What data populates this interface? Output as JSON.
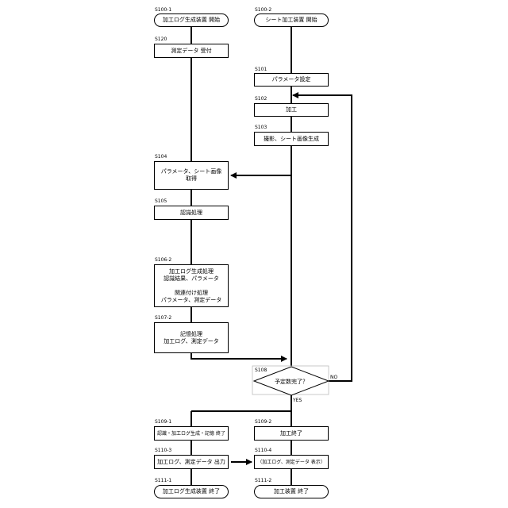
{
  "steps": {
    "s100_1": "S100-1",
    "s100_2": "S100-2",
    "s120": "S120",
    "s101": "S101",
    "s102": "S102",
    "s103": "S103",
    "s104": "S104",
    "s105": "S105",
    "s106_2": "S106-2",
    "s107_2": "S107-2",
    "s108": "S108",
    "s109_1": "S109-1",
    "s109_2": "S109-2",
    "s110_3": "S110-3",
    "s110_4": "S110-4",
    "s111_1": "S111-1",
    "s111_2": "S111-2"
  },
  "nodes": {
    "start_log": "加工ログ生成装置 開始",
    "start_sheet": "シート加工装置 開始",
    "receive": "測定データ 受付",
    "param_set": "パラメータ設定",
    "process": "加工",
    "capture": "撮影、シート画像生成",
    "acquire_l1": "パラメータ、シート画像",
    "acquire_l2": "取得",
    "recognize": "認識処理",
    "gen_l1": "加工ログ生成処理",
    "gen_l2": "認識結果、パラメータ",
    "gen_l3": "関連付け処理",
    "gen_l4": "パラメータ、測定データ",
    "store_l1": "記憶処理",
    "store_l2": "加工ログ、測定データ",
    "decision": "予定数完了？",
    "end_log_proc": "認識・加工ログ生成・記憶 終了",
    "end_process": "加工終了",
    "output": "加工ログ、測定データ 出力",
    "display": "（加工ログ、測定データ 表示）",
    "end_log": "加工ログ生成装置 終了",
    "end_sheet": "加工装置 終了"
  },
  "labels": {
    "no": "NO",
    "yes": "YES"
  }
}
